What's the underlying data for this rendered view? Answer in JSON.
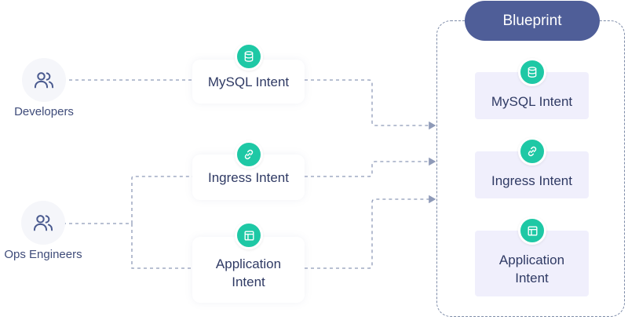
{
  "actors": [
    {
      "label": "Developers",
      "icon": "users-icon"
    },
    {
      "label": "Ops Engineers",
      "icon": "users-icon"
    }
  ],
  "intents": [
    {
      "label": "MySQL Intent",
      "icon": "database-icon"
    },
    {
      "label": "Ingress Intent",
      "icon": "link-icon"
    },
    {
      "label": "Application Intent",
      "icon": "layout-icon"
    }
  ],
  "blueprint": {
    "title": "Blueprint",
    "items": [
      {
        "label": "MySQL Intent",
        "icon": "database-icon"
      },
      {
        "label": "Ingress Intent",
        "icon": "link-icon"
      },
      {
        "label": "Application Intent",
        "icon": "layout-icon"
      }
    ]
  },
  "colors": {
    "accent": "#1ec8a5",
    "title_bg": "#4f5e98",
    "text": "#2f3a64",
    "connector": "#8e9ab8",
    "blueprint_item_bg": "#f0effc"
  }
}
